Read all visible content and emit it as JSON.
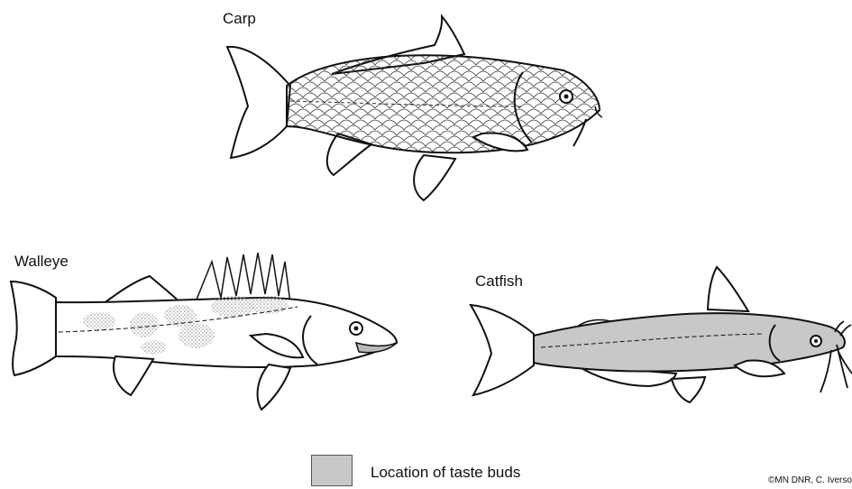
{
  "fish": {
    "carp": {
      "label": "Carp"
    },
    "walleye": {
      "label": "Walleye"
    },
    "catfish": {
      "label": "Catfish"
    }
  },
  "legend": {
    "swatch_color": "#c8c8c8",
    "text": "Location of taste buds"
  },
  "credit": "©MN DNR, C. Iverso"
}
